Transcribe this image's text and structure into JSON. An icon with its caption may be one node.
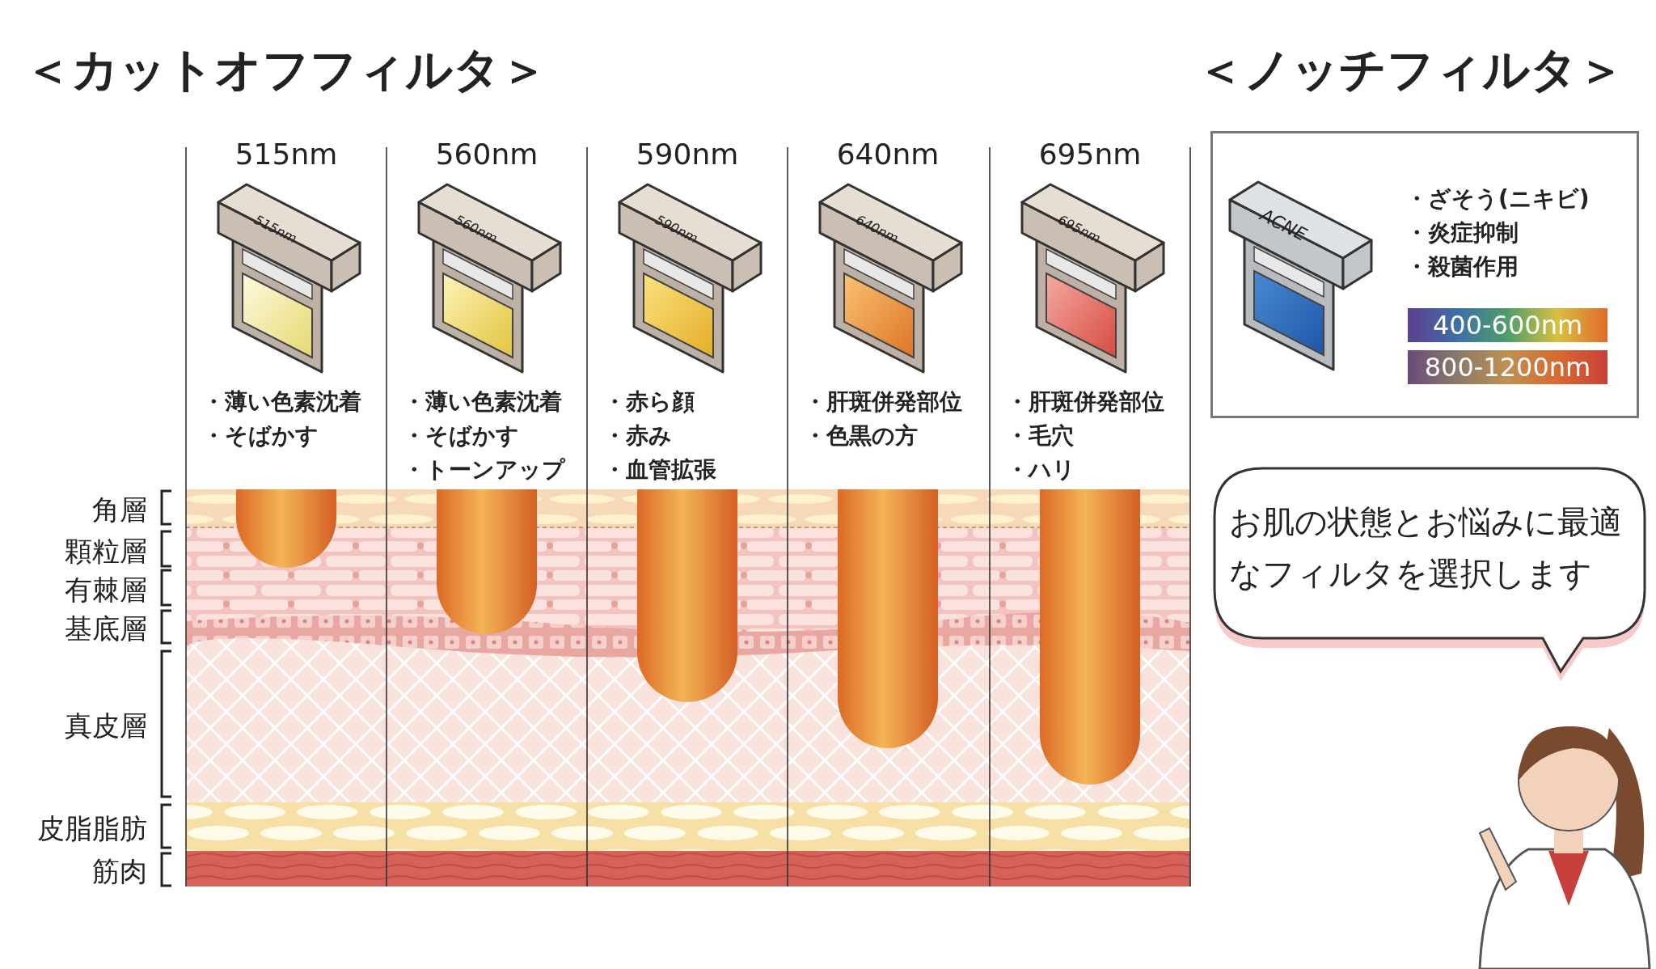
{
  "diagram": {
    "nodes": [
      {
        "text": [
          "・ざそう(ニキビ)",
          "・炎症抑制",
          "・殺菌作用"
        ]
      },
      {
        "text": [
          "400-600nm"
        ],
        "in": 0
      },
      {
        "text": [
          "800-1200nm"
        ],
        "in": 0
      },
      {
        "text": [
          "お肌の状態とお悩みに最適なフィルタを選択します"
        ]
      }
    ],
    "labels": [
      "＜カットオフフィルタ＞",
      "＜ノッチフィルタ＞",
      "515nm",
      "515nm",
      "・薄い色素沈着",
      "・そばかす",
      "560nm",
      "560nm",
      "・薄い色素沈着",
      "・そばかす",
      "・トーンアップ",
      "590nm",
      "590nm",
      "・赤ら顔",
      "・赤み",
      "・血管拡張",
      "640nm",
      "640nm",
      "・肝斑併発部位",
      "・色黒の方",
      "695nm",
      "695nm",
      "・肝斑併発部位",
      "・毛穴",
      "・ハリ",
      "ACNE",
      "角層",
      "顆粒層",
      "有棘層",
      "基底層",
      "真皮層",
      "皮脂脂肪",
      "筋肉"
    ]
  }
}
